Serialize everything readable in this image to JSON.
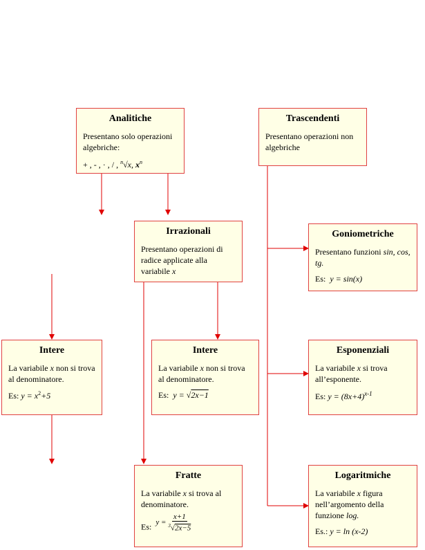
{
  "analitiche": {
    "title": "Analitiche",
    "text": "Presentano solo operazioni algebriche:",
    "ops": "+ , - , · , / ,",
    "root": "√x",
    "root_index": "n",
    "power": "x",
    "power_exp": "n"
  },
  "trascendenti": {
    "title": "Trascendenti",
    "text": "Presentano operazioni non algebriche"
  },
  "irrazionali": {
    "title": "Irrazionali",
    "text": "Presentano operazioni di radice applicate alla variabile",
    "var": "x"
  },
  "goniometriche": {
    "title": "Goniometriche",
    "text": "Presentano funzioni",
    "funcs": "sin, cos, tg.",
    "ex_label": "Es:",
    "ex_formula": "y = sin(x)"
  },
  "intere_razionali": {
    "title": "Intere",
    "text_a": "La variabile",
    "var": "x",
    "text_b": "non si trova al denominatore.",
    "ex_label": "Es:",
    "ex_formula": "y = x",
    "ex_exp": "2",
    "ex_tail": "+5"
  },
  "intere_irrazionali": {
    "title": "Intere",
    "text_a": "La variabile",
    "var": "x",
    "text_b": "non si trova al denominatore.",
    "ex_label": "Es:",
    "ex_formula": "y =",
    "ex_radicand": "2x−1"
  },
  "esponenziali": {
    "title": "Esponenziali",
    "text_a": "La variabile",
    "var": "x",
    "text_b": "si trova all’esponente.",
    "ex_label": "Es:",
    "ex_formula": "y = (8x+4)",
    "ex_exp": "x-1"
  },
  "fratte": {
    "title": "Fratte",
    "text_a": "La variabile",
    "var": "x",
    "text_b": "si trova al denominatore.",
    "ex_label": "Es:",
    "ex_formula": "y =",
    "ex_num": "x+1",
    "ex_den": "2x−5",
    "ex_root_index": "3"
  },
  "logaritmiche": {
    "title": "Logaritmiche",
    "text_a": "La variabile",
    "var": "x",
    "text_b": "figura nell’argomento della funzione",
    "func": "log.",
    "ex_label": "Es.:",
    "ex_formula": "y = ln (x-2)"
  },
  "colors": {
    "border": "#e04040",
    "fill": "#ffffe6",
    "arrow": "#e00000"
  }
}
